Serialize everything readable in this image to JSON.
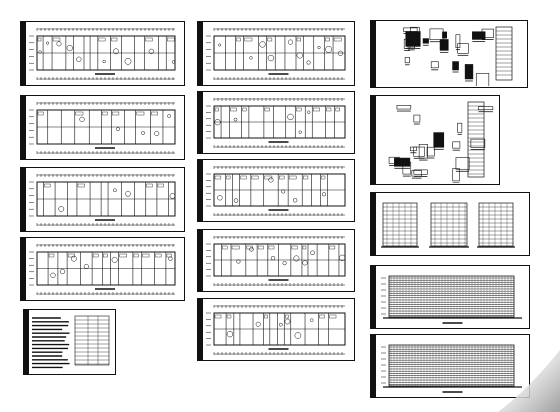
{
  "sheets": [
    {
      "id": "plan-1",
      "kind": "floor-plan",
      "group": "left"
    },
    {
      "id": "plan-2",
      "kind": "floor-plan",
      "group": "left"
    },
    {
      "id": "plan-3",
      "kind": "floor-plan",
      "group": "left"
    },
    {
      "id": "plan-4",
      "kind": "floor-plan",
      "group": "left"
    },
    {
      "id": "notes-1",
      "kind": "notes-table",
      "group": "left"
    },
    {
      "id": "plan-5",
      "kind": "floor-plan",
      "group": "middle"
    },
    {
      "id": "plan-6",
      "kind": "floor-plan",
      "group": "middle"
    },
    {
      "id": "plan-7",
      "kind": "floor-plan",
      "group": "middle"
    },
    {
      "id": "plan-8",
      "kind": "floor-plan",
      "group": "middle"
    },
    {
      "id": "plan-9",
      "kind": "floor-plan",
      "group": "middle"
    },
    {
      "id": "details-1",
      "kind": "details",
      "group": "right"
    },
    {
      "id": "details-2",
      "kind": "details",
      "group": "right"
    },
    {
      "id": "sections-1",
      "kind": "elevations",
      "group": "right"
    },
    {
      "id": "elevation-1",
      "kind": "elevation",
      "group": "right"
    },
    {
      "id": "elevation-2",
      "kind": "elevation",
      "group": "right"
    }
  ],
  "colors": {
    "line": "#111111",
    "background": "#ffffff",
    "fold_shadow": "#9a9a9a"
  }
}
